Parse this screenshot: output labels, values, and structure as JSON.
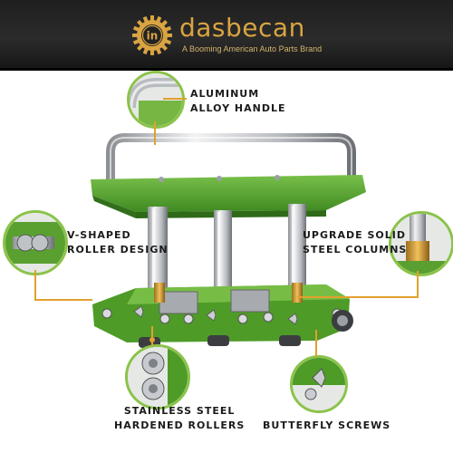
{
  "brand": {
    "name": "dasbecan",
    "tagline": "A Booming American Auto Parts Brand",
    "logo_icon": "gear-in-logo-icon",
    "logo_text": "in"
  },
  "colors": {
    "accent_green": "#5a9e2d",
    "callout_ring": "#8bc34a",
    "connector": "#e0a12e",
    "header_bg": "#222222",
    "brand_gold": "#d9a441"
  },
  "features": {
    "handle": {
      "line1": "ALUMINUM",
      "line2": "ALLOY HANDLE"
    },
    "roller_design": {
      "line1": "V-SHAPED",
      "line2": "ROLLER DESIGN"
    },
    "columns": {
      "line1": "UPGRADE SOLID",
      "line2": "STEEL COLUMNS"
    },
    "rollers": {
      "line1": "STAINLESS STEEL",
      "line2": "HARDENED ROLLERS"
    },
    "screws": {
      "line1": "BUTTERFLY SCREWS"
    }
  }
}
